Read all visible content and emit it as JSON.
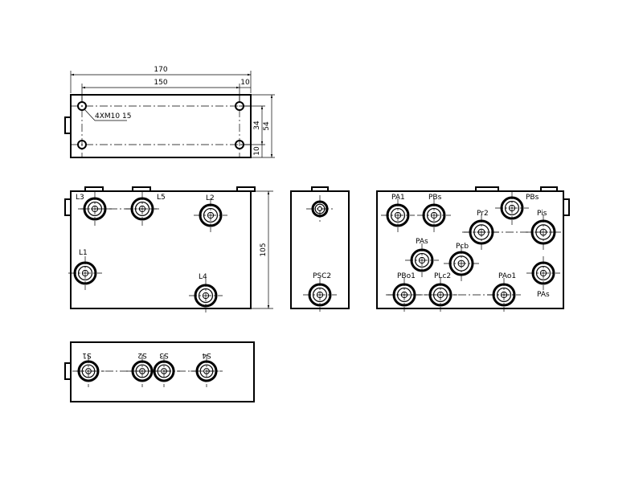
{
  "top_view": {
    "dims": {
      "overall_length": "170",
      "hole_spacing_x": "150",
      "edge_offset_right": "10",
      "hole_spacing_y": "34",
      "overall_width": "54",
      "edge_offset_bottom": "10"
    },
    "thread_note": "4XM10 15"
  },
  "front_view": {
    "ports": [
      "L3",
      "L5",
      "L2",
      "L1",
      "L4"
    ],
    "height_dim": "105"
  },
  "side_view": {
    "ports": [
      "PSC2"
    ]
  },
  "right_view": {
    "ports": [
      "PA1",
      "PBs",
      "PBs",
      "Pr2",
      "Pis",
      "PAs",
      "Pcb",
      "PBo1",
      "PLc2",
      "PAo1",
      "PAs"
    ]
  },
  "bottom_view": {
    "ports": [
      "S1",
      "S2",
      "S3",
      "S4"
    ]
  }
}
